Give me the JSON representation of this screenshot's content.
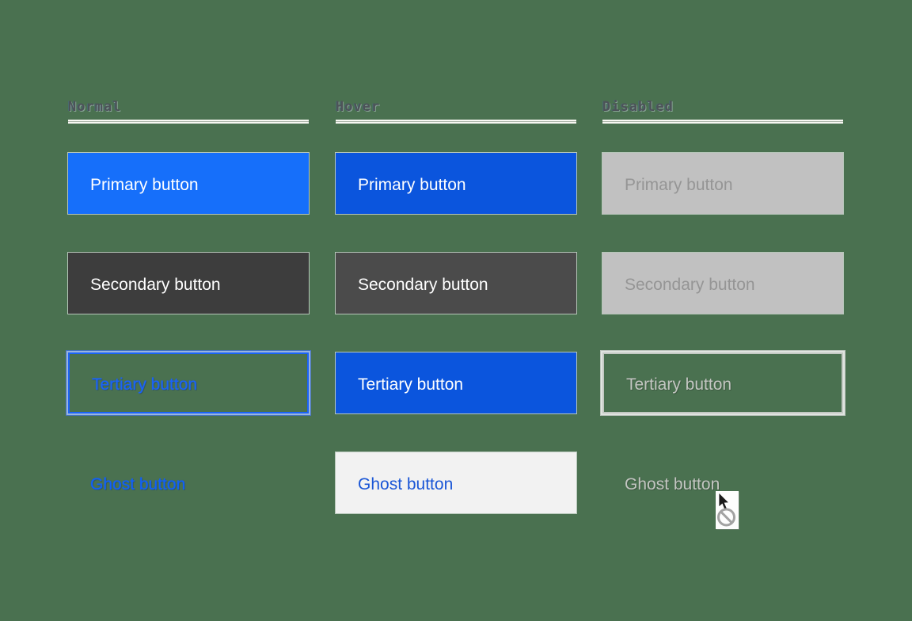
{
  "columns": [
    {
      "state": "normal",
      "label": "Normal",
      "buttons": [
        {
          "variant": "primary",
          "label": "Primary button"
        },
        {
          "variant": "secondary",
          "label": "Secondary button"
        },
        {
          "variant": "tertiary",
          "label": "Tertiary button"
        },
        {
          "variant": "ghost",
          "label": "Ghost button"
        }
      ]
    },
    {
      "state": "hover",
      "label": "Hover",
      "buttons": [
        {
          "variant": "primary",
          "label": "Primary button"
        },
        {
          "variant": "secondary",
          "label": "Secondary button"
        },
        {
          "variant": "tertiary",
          "label": "Tertiary button"
        },
        {
          "variant": "ghost",
          "label": "Ghost button"
        }
      ]
    },
    {
      "state": "disabled",
      "label": "Disabled",
      "buttons": [
        {
          "variant": "primary",
          "label": "Primary button"
        },
        {
          "variant": "secondary",
          "label": "Secondary button"
        },
        {
          "variant": "tertiary",
          "label": "Tertiary button"
        },
        {
          "variant": "ghost",
          "label": "Ghost button"
        }
      ]
    }
  ],
  "cursor": {
    "name": "not-allowed-cursor",
    "symbol": "prohibition-sign-with-arrow"
  },
  "colors": {
    "bg": "#4a7150",
    "header_text": "#4d5358",
    "rule_light": "#f7f7f2",
    "rule_dark": "#a9b2a6",
    "primary_normal": "#166ffa",
    "primary_hover": "#0b55dd",
    "secondary_normal": "#3d3d3d",
    "secondary_hover": "#4b4b4b",
    "tertiary_blue": "#1b63f7",
    "ghost_blue": "#1160f7",
    "ghost_hover_bg": "#f2f2f2",
    "ghost_hover_text": "#1a56d6",
    "disabled_fill": "#c1c1c1",
    "disabled_fill_text": "#959595",
    "disabled_outline": "#c3c9c3",
    "disabled_outline_text": "#c3c7c2",
    "cursor_arrow": "#1a1a1a",
    "cursor_prohibit": "#a2a2a2"
  }
}
